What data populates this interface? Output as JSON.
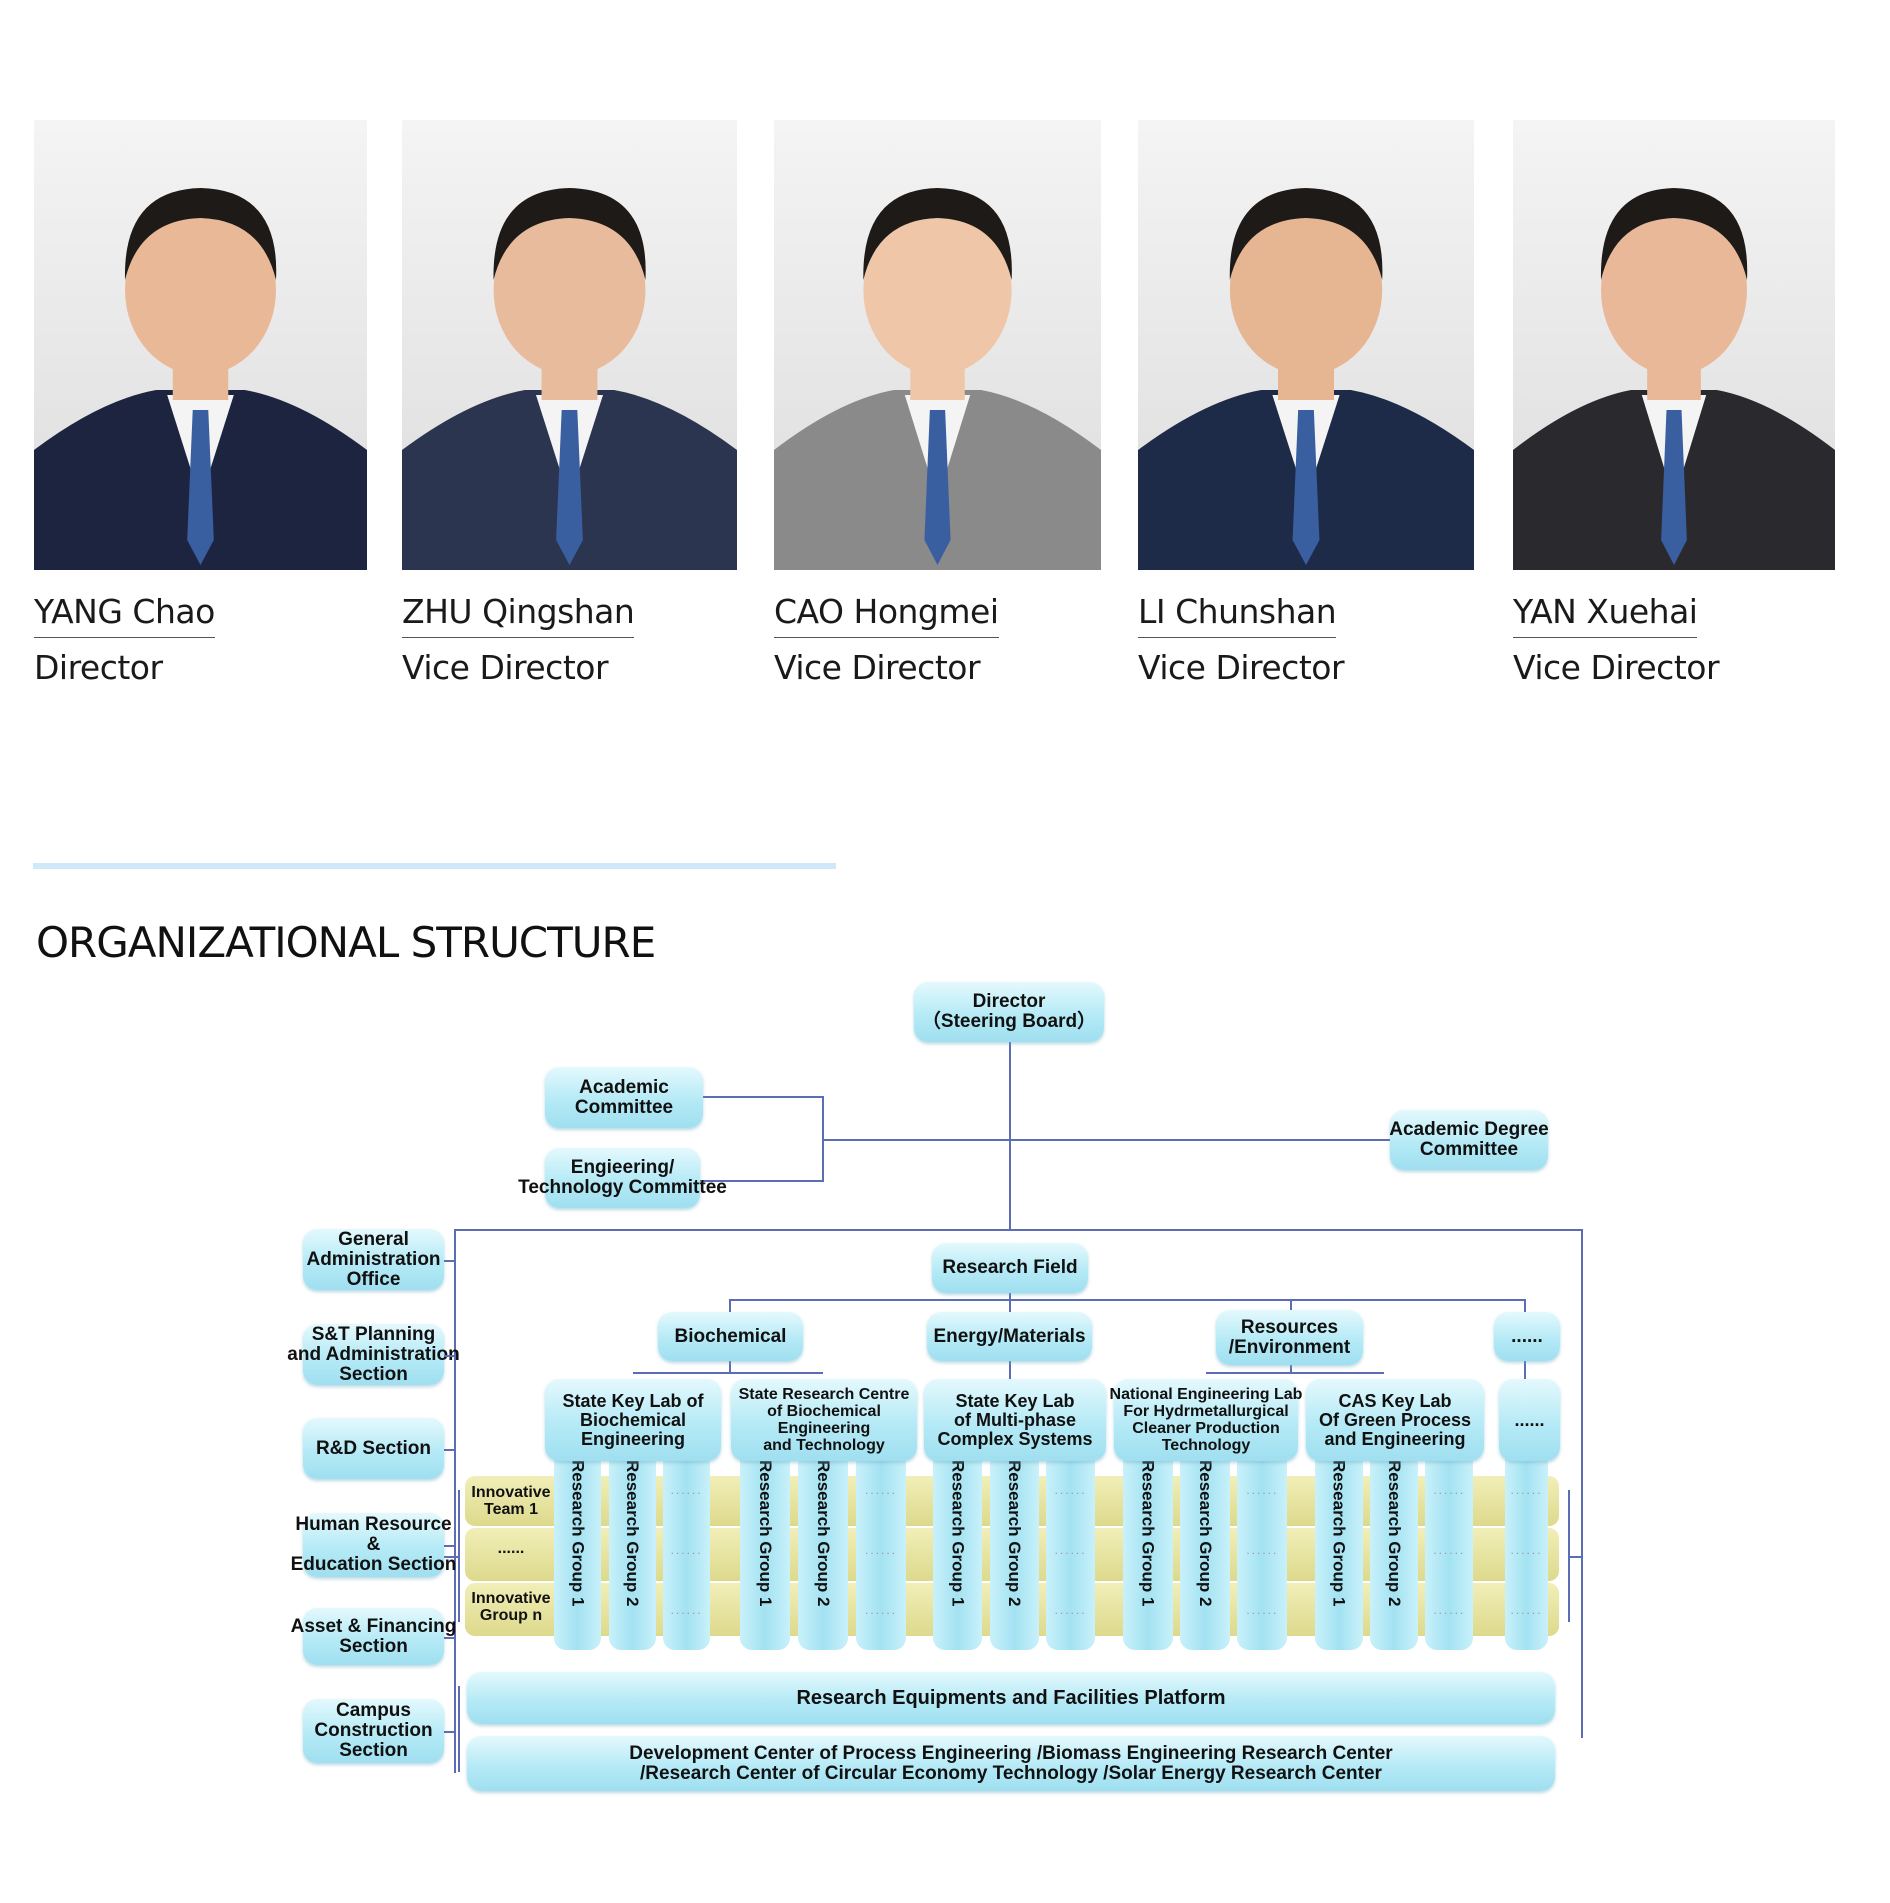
{
  "leadership": [
    {
      "name": "YANG Chao",
      "title": "Director"
    },
    {
      "name": "ZHU Qingshan",
      "title": "Vice Director"
    },
    {
      "name": "CAO Hongmei",
      "title": "Vice Director"
    },
    {
      "name": "LI Chunshan",
      "title": "Vice Director"
    },
    {
      "name": "YAN Xuehai",
      "title": "Vice Director"
    }
  ],
  "section_heading": "ORGANIZATIONAL STRUCTURE",
  "org": {
    "director": "Director\n（Steering Board）",
    "academic_committee": "Academic\nCommittee",
    "engineering_committee": "Engieering/\nTechnology Committee",
    "academic_degree_committee": "Academic Degree\nCommittee",
    "admin_units": [
      "General\nAdministration\nOffice",
      "S&T Planning\nand Administration\nSection",
      "R&D Section",
      "Human Resource\n&\nEducation Section",
      "Asset & Financing\nSection",
      "Campus\nConstruction\nSection"
    ],
    "research_field": "Research Field",
    "fields": [
      "Biochemical",
      "Energy/Materials",
      "Resources\n/Environment",
      "......"
    ],
    "labs": [
      {
        "name": "State Key Lab of\nBiochemical\nEngineering",
        "groups": [
          "Research Group 1",
          "Research Group 2",
          "......"
        ]
      },
      {
        "name": "State Research Centre\nof Biochemical\nEngineering\nand Technology",
        "groups": [
          "Research Group 1",
          "Research Group 2",
          "......"
        ]
      },
      {
        "name": "State Key Lab\nof Multi-phase\nComplex Systems",
        "groups": [
          "Research Group 1",
          "Research Group 2",
          "......"
        ]
      },
      {
        "name": "National Engineering Lab\nFor Hydrmetallurgical\nCleaner Production\nTechnology",
        "groups": [
          "Research Group 1",
          "Research Group 2",
          "......"
        ]
      },
      {
        "name": "CAS Key Lab\nOf Green Process\nand Engineering",
        "groups": [
          "Research Group 1",
          "Research Group 2",
          "......"
        ]
      },
      {
        "name": "......",
        "groups": [
          "......"
        ]
      }
    ],
    "innovative": [
      "Innovative\nTeam 1",
      "......",
      "Innovative\nGroup n"
    ],
    "platform": "Research Equipments and Facilities Platform",
    "centers": "Development Center of Process Engineering /Biomass Engineering Research Center\n/Research Center of Circular Economy Technology /Solar Energy Research Center"
  },
  "colors": {
    "line": "#5b6db5",
    "box": "#a8e4f2",
    "band": "#e6e3a0",
    "divider": "#cfe9fa"
  }
}
